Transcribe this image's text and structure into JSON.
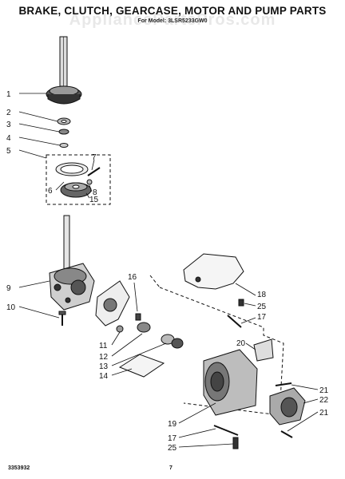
{
  "document": {
    "title": "BRAKE, CLUTCH, GEARCASE, MOTOR AND PUMP PARTS",
    "subtitle": "For Model: 3LSR5233GW0",
    "watermark": "AppliancePartsPros.com",
    "footer_id": "3353932",
    "page_number": "7"
  },
  "callouts": [
    "1",
    "2",
    "3",
    "4",
    "5",
    "6",
    "7",
    "8",
    "15",
    "9",
    "10",
    "11",
    "12",
    "13",
    "14",
    "16",
    "17",
    "18",
    "25",
    "19",
    "20",
    "21",
    "22"
  ],
  "diagram_labels": [
    {
      "text": "1"
    },
    {
      "text": "2"
    },
    {
      "text": "3"
    },
    {
      "text": "4"
    },
    {
      "text": "5"
    },
    {
      "text": "6"
    },
    {
      "text": "7"
    },
    {
      "text": "8"
    },
    {
      "text": "15"
    },
    {
      "text": "9"
    },
    {
      "text": "10"
    },
    {
      "text": "11"
    },
    {
      "text": "12"
    },
    {
      "text": "13"
    },
    {
      "text": "14"
    },
    {
      "text": "16"
    },
    {
      "text": "17"
    },
    {
      "text": "18"
    },
    {
      "text": "25"
    },
    {
      "text": "20"
    },
    {
      "text": "21"
    },
    {
      "text": "22"
    },
    {
      "text": "21"
    },
    {
      "text": "19"
    },
    {
      "text": "17"
    },
    {
      "text": "25"
    }
  ]
}
